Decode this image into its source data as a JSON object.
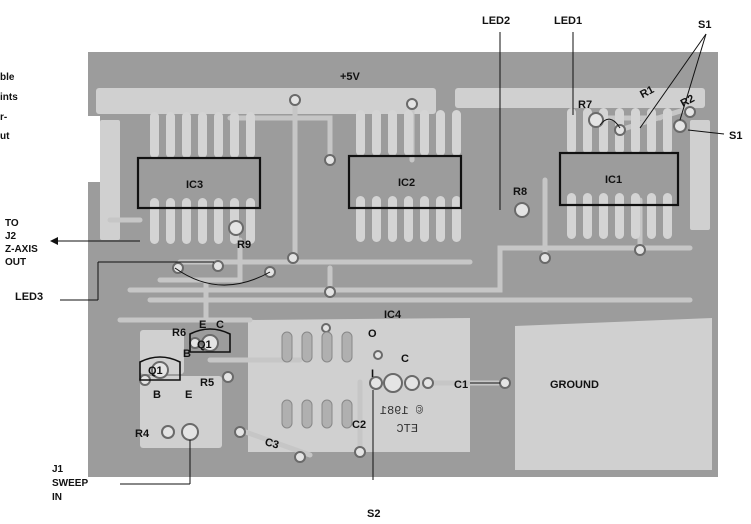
{
  "colors": {
    "board": "#9c9c9c",
    "copper": "#d0d0d0",
    "trace": "#c4c4c4",
    "ink": "#111111"
  },
  "caption_fragment": [
    "ble",
    "ints",
    "r-",
    "ut"
  ],
  "labels": {
    "plus5v": "+5V",
    "led2": "LED2",
    "led1": "LED1",
    "s1_top": "S1",
    "s1_right": "S1",
    "r1": "R1",
    "r2": "R2",
    "r7": "R7",
    "r8": "R8",
    "r9": "R9",
    "r6": "R6",
    "r5": "R5",
    "r4": "R4",
    "ic1": "IC1",
    "ic2": "IC2",
    "ic3": "IC3",
    "ic4": "IC4",
    "q1_upper": "Q1",
    "q1_lower": "Q1",
    "e_upper": "E",
    "c_upper": "C",
    "b_upper": "B",
    "b_lower": "B",
    "e_lower": "E",
    "c1": "C1",
    "c2": "C2",
    "c3": "C3",
    "c_pin": "C",
    "i_pin": "I",
    "o_pin": "O",
    "ground": "GROUND",
    "led3": "LED3",
    "to_j2": [
      "TO",
      "J2",
      "Z-AXIS",
      "OUT"
    ],
    "j1_sweep": [
      "J1",
      "SWEEP",
      "IN"
    ],
    "s2": "S2",
    "copyright_mirrored": "© 1981",
    "etc_mirrored": "ETC"
  }
}
